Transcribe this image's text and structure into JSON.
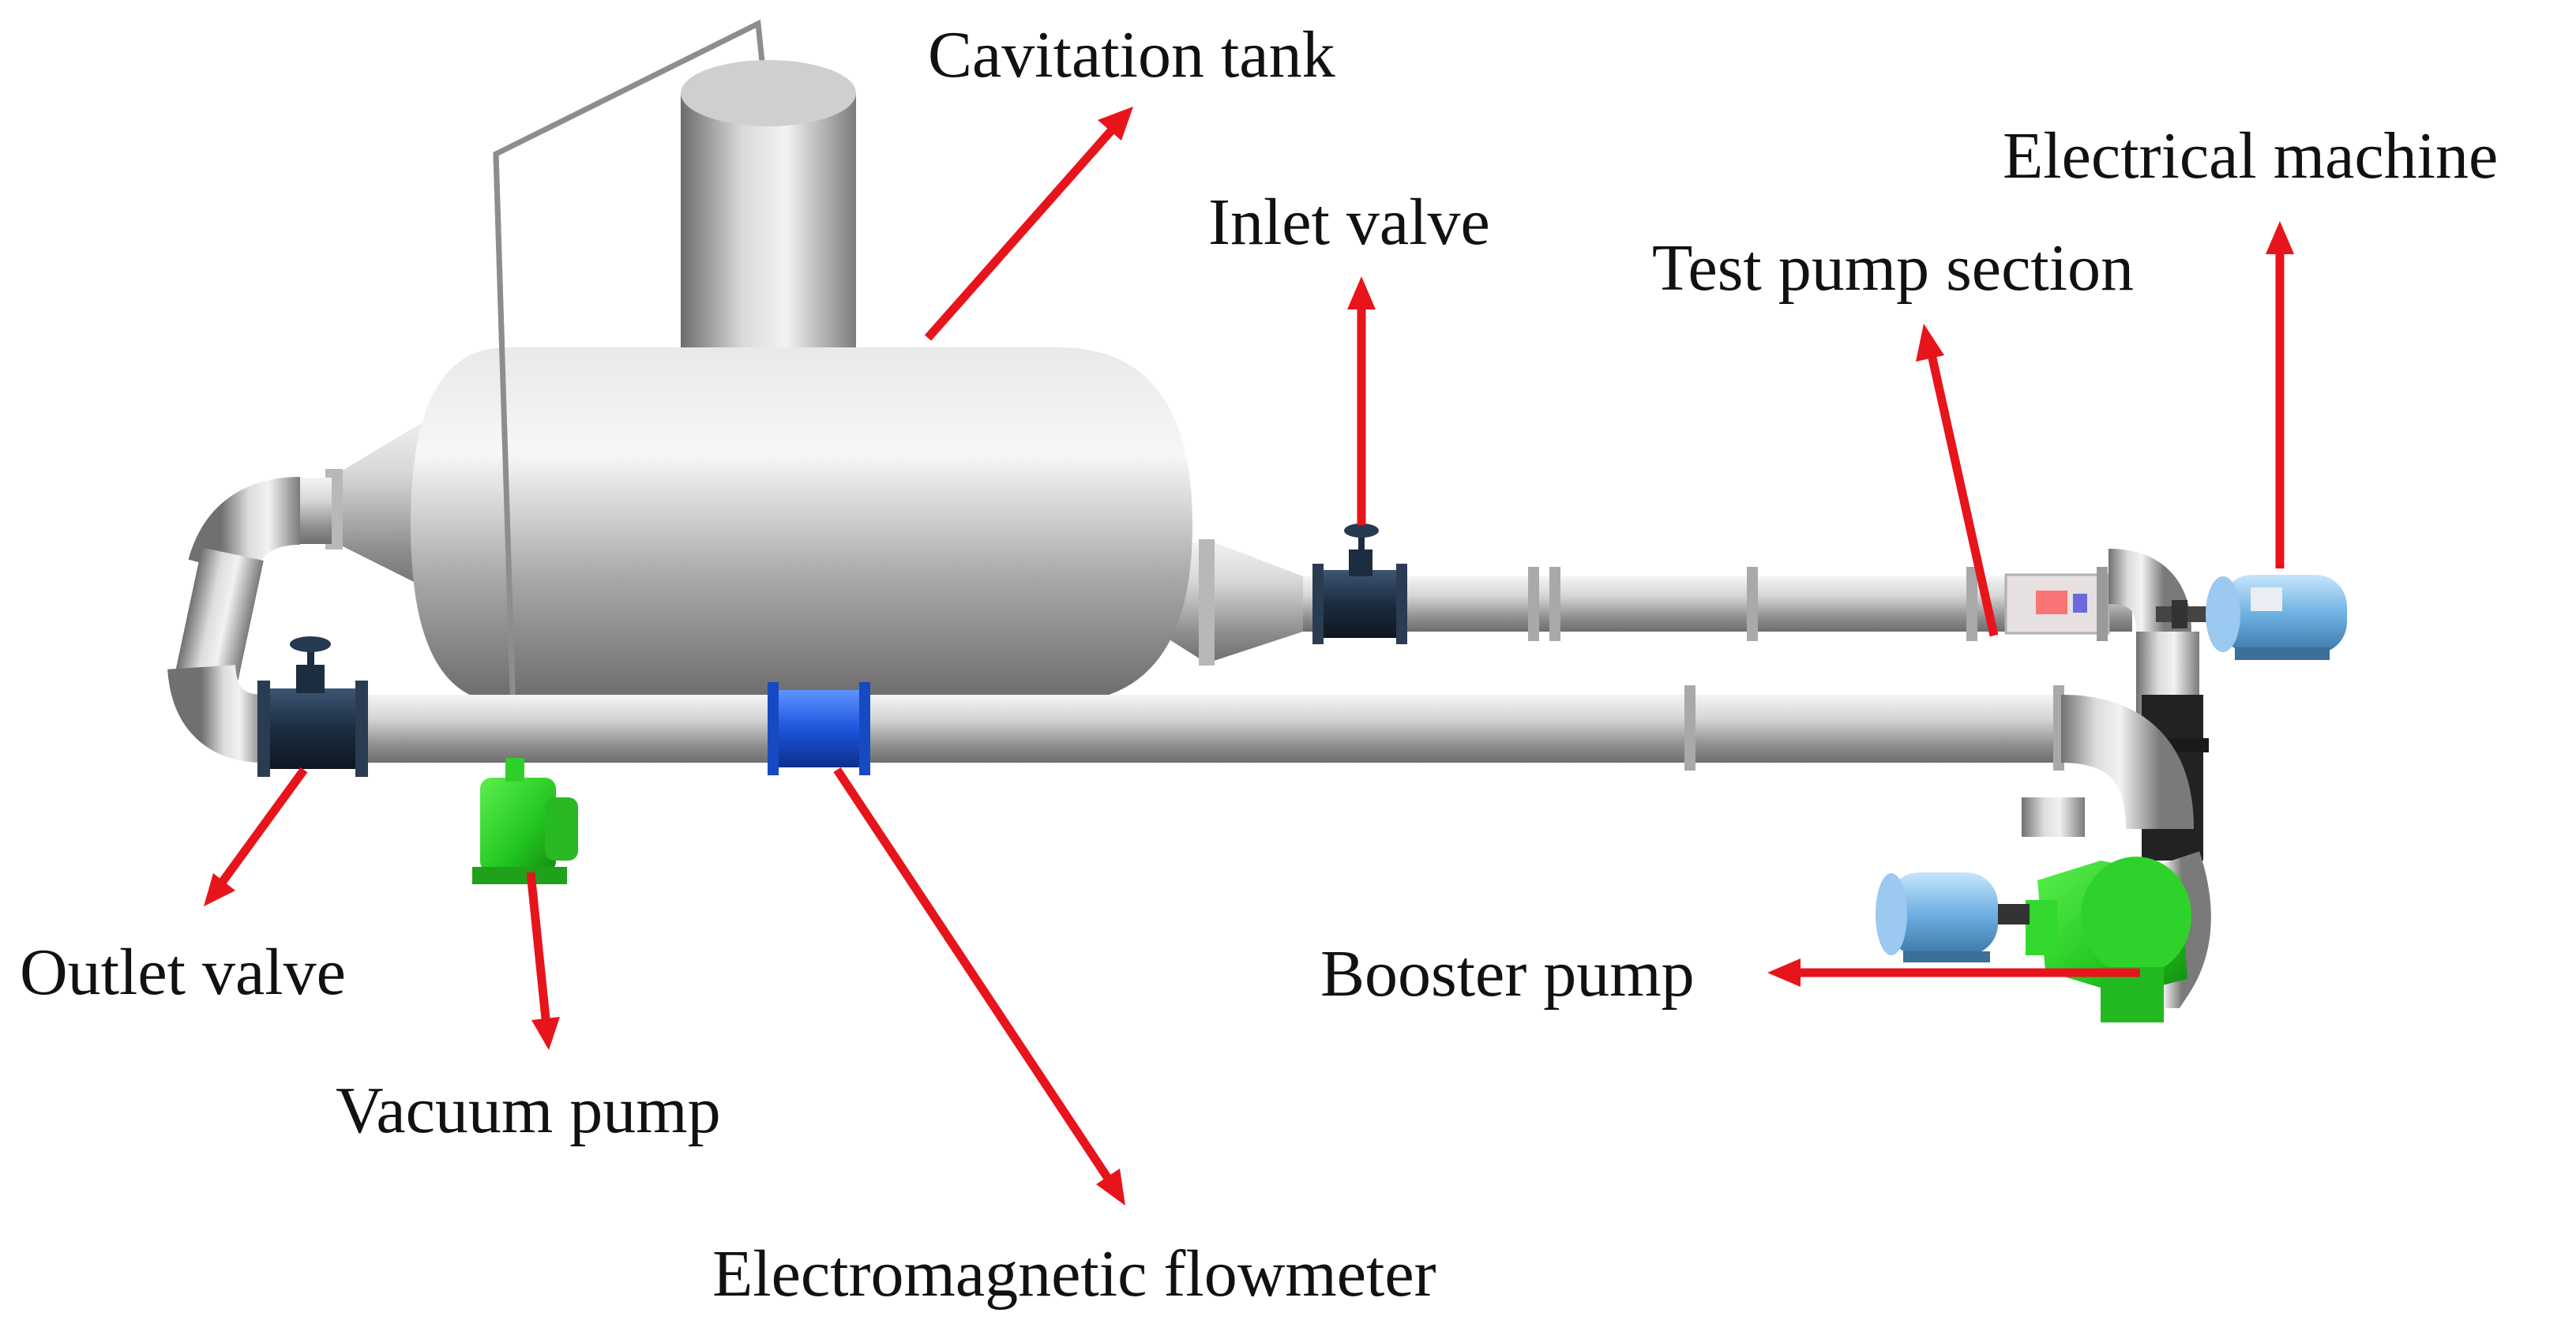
{
  "labels": {
    "cavitation_tank": "Cavitation tank",
    "inlet_valve": "Inlet valve",
    "test_pump_section": "Test pump section",
    "electrical_machine": "Electrical machine",
    "outlet_valve": "Outlet valve",
    "vacuum_pump": "Vacuum pump",
    "electromagnetic_flowmeter": "Electromagnetic flowmeter",
    "booster_pump": "Booster pump"
  },
  "colors": {
    "arrow": "#e8141b",
    "pipe": "#c9c9c9",
    "pump_green": "#2fd12a",
    "flowmeter_blue": "#1f5fe0",
    "motor_blue": "#79b8e8",
    "valve_dark": "#1c2d40"
  }
}
